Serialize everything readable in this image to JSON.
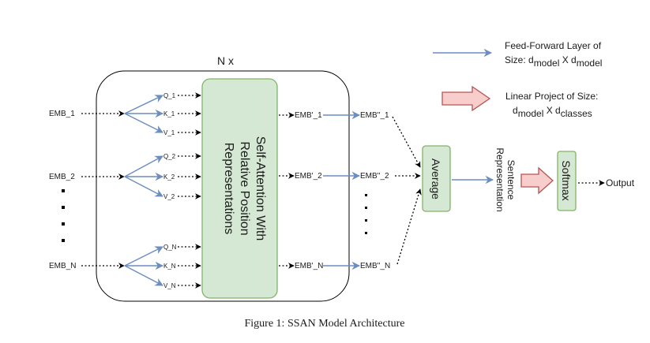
{
  "title": "N x",
  "legend": {
    "ff_line1": "Feed-Forward Layer of",
    "ff_line2_prefix": "Size: d",
    "ff_line2_sub1": "model",
    "ff_line2_mid": " X d",
    "ff_line2_sub2": "model",
    "lp_line1": "Linear Project of Size:",
    "lp_line2_prefix": "d",
    "lp_line2_sub1": "model",
    "lp_line2_mid": " X d",
    "lp_line2_sub2": "classes"
  },
  "inputs": [
    "EMB_1",
    "EMB_2",
    "EMB_N"
  ],
  "qkv": {
    "group1": [
      "Q_1",
      "K_1",
      "V_1"
    ],
    "group2": [
      "Q_2",
      "K_2",
      "V_2"
    ],
    "groupN": [
      "Q_N",
      "K_N",
      "V_N"
    ]
  },
  "attention_block": {
    "line1": "Self-Attention With",
    "line2": "Relative Position",
    "line3": "Representations"
  },
  "emb_prime": [
    "EMB'_1",
    "EMB'_2",
    "EMB'_N"
  ],
  "emb_double_prime": [
    "EMB''_1",
    "EMB''_2",
    "EMB''_N"
  ],
  "average_label": "Average",
  "sentence_repr": {
    "line1": "Sentence",
    "line2": "Representation"
  },
  "softmax_label": "Softmax",
  "output_label": "Output",
  "caption": "Figure 1: SSAN Model Architecture"
}
